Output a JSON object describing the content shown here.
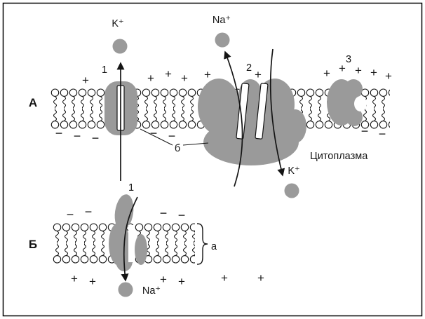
{
  "colors": {
    "protein": "#9a9a9a",
    "ion": "#9a9a9a",
    "line": "#141414"
  },
  "symbols": {
    "plus": "+",
    "minus": "−"
  },
  "a": {
    "section_label": "А",
    "k_ion_top": "K⁺",
    "na_ion_top": "Na⁺",
    "k_ion_cyto": "K⁺",
    "label_1": "1",
    "label_2": "2",
    "label_3": "3",
    "label_b_small": "б",
    "cytoplasm": "Цитоплазма"
  },
  "b": {
    "section_label": "Б",
    "label_1": "1",
    "na_ion": "Na⁺",
    "label_a_small": "а"
  }
}
